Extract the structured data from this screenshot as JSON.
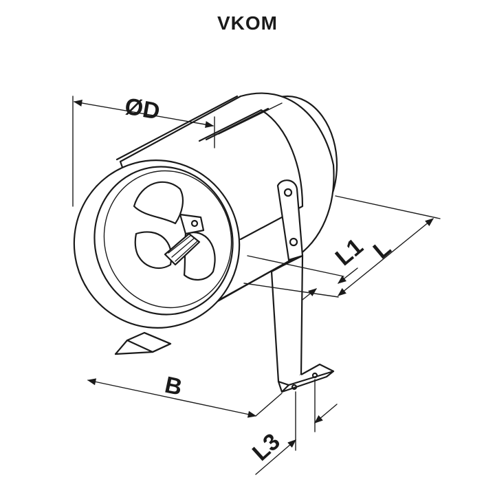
{
  "title": "VKOM",
  "dimensions": {
    "diameter": "ØD",
    "length": "L",
    "length1": "L1",
    "base": "B",
    "length3": "L3"
  }
}
